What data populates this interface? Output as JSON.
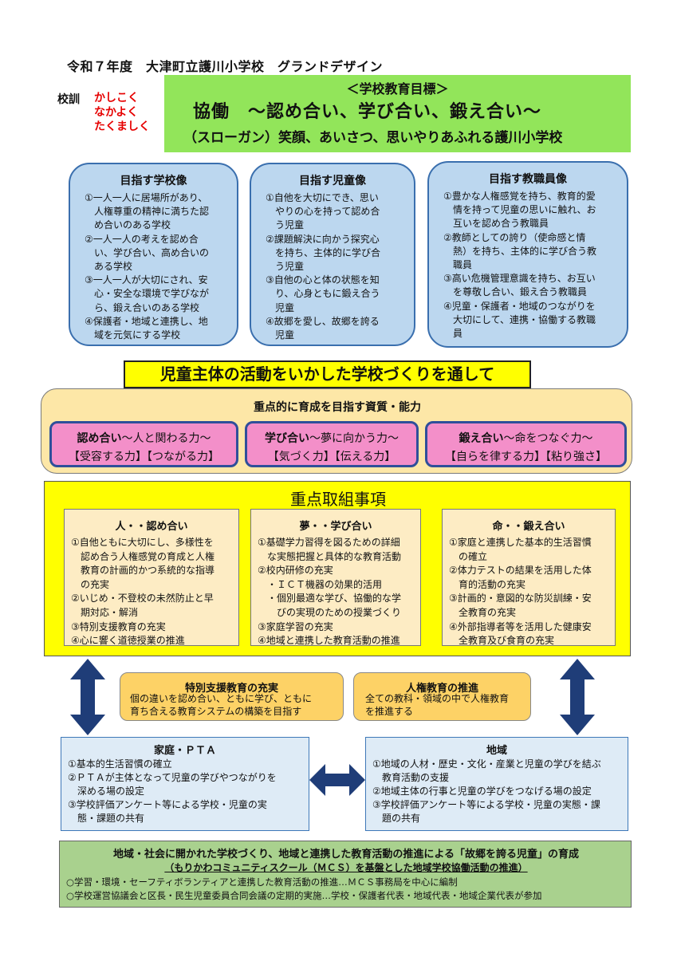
{
  "header": {
    "title": "令和７年度　大津町立護川小学校　グランドデザイン"
  },
  "motto": {
    "label": "校訓",
    "items": [
      "かしこく",
      "なかよく",
      "たくましく"
    ]
  },
  "goal": {
    "heading": "＜学校教育目標＞",
    "main": "協働　～認め合い、学び合い、鍛え合い～",
    "slogan": "（スローガン）笑顔、あいさつ、思いやりあふれる護川小学校"
  },
  "visions": [
    {
      "title": "目指す学校像",
      "lines": [
        "①一人一人に居場所があり、",
        "　人権尊重の精神に満ちた認",
        "　め合いのある学校",
        "②一人一人の考えを認め合",
        "　い、学び合い、高め合いの",
        "　ある学校",
        "③一人一人が大切にされ、安",
        "　心・安全な環境で学びなが",
        "　ら、鍛え合いのある学校",
        "④保護者・地域と連携し、地",
        "　域を元気にする学校"
      ]
    },
    {
      "title": "目指す児童像",
      "lines": [
        "①自他を大切にでき、思い",
        "　やりの心を持って認め合",
        "　う児童",
        "②課題解決に向かう探究心",
        "　を持ち、主体的に学び合",
        "　う児童",
        "③自他の心と体の状態を知",
        "　り、心身ともに鍛え合う",
        "　児童",
        "④故郷を愛し、故郷を誇る",
        "　児童"
      ]
    },
    {
      "title": "目指す教職員像",
      "lines": [
        "①豊かな人権感覚を持ち、教育的愛",
        "　情を持って児童の思いに触れ、お",
        "　互いを認め合う教職員",
        "②教師としての誇り（使命感と情",
        "　熱）を持ち、主体的に学び合う教",
        "　職員",
        "③高い危機管理意識を持ち、お互い",
        "　を尊敬し合い、鍛え合う教職員",
        "④児童・保護者・地域のつながりを",
        "　大切にして、連携・協働する教職",
        "　員"
      ]
    }
  ],
  "banner": "児童主体の活動をいかした学校づくりを通して",
  "competencies": {
    "title": "重点的に育成を目指す資質・能力",
    "items": [
      {
        "head": "認め合い",
        "sub": "～人と関わる力～",
        "abilities": "【受容する力】【つながる力】"
      },
      {
        "head": "学び合い",
        "sub": "～夢に向かう力～",
        "abilities": "【気づく力】【伝える力】"
      },
      {
        "head": "鍛え合い",
        "sub": "～命をつなぐ力～",
        "abilities": "【自らを律する力】【粘り強さ】"
      }
    ]
  },
  "focus": {
    "title": "重点取組事項",
    "columns": [
      {
        "title": "人・・認め合い",
        "lines": [
          "①自他ともに大切にし、多様性を",
          "　認め合う人権感覚の育成と人権",
          "　教育の計画的かつ系統的な指導",
          "　の充実",
          "②いじめ・不登校の未然防止と早",
          "　期対応・解消",
          "③特別支援教育の充実",
          "④心に響く道徳授業の推進"
        ]
      },
      {
        "title": "夢・・学び合い",
        "lines": [
          "①基礎学力習得を図るための詳細",
          "　な実態把握と具体的な教育活動",
          "②校内研修の充実",
          "　・ＩＣＴ機器の効果的活用",
          "　・個別最適な学び、協働的な学",
          "　　びの実現のための授業づくり",
          "③家庭学習の充実",
          "④地域と連携した教育活動の推進"
        ]
      },
      {
        "title": "命・・鍛え合い",
        "lines": [
          "①家庭と連携した基本的生活習慣",
          "　の確立",
          "②体力テストの結果を活用した体",
          "　育的活動の充実",
          "③計画的・意図的な防災訓練・安",
          "　全教育の充実",
          "④外部指導者等を活用した健康安",
          "　全教育及び食育の充実"
        ]
      }
    ]
  },
  "special_support": {
    "title": "特別支援教育の充実",
    "lines": [
      "個の違いを認め合い、ともに学び、ともに",
      "育ち合える教育システムの構築を目指す"
    ]
  },
  "human_rights": {
    "title": "人権教育の推進",
    "lines": [
      "全ての教科・領域の中で人権教育",
      "を推進する"
    ]
  },
  "home_pta": {
    "title": "家庭・ＰＴＡ",
    "lines": [
      "①基本的生活習慣の確立",
      "②ＰＴＡが主体となって児童の学びやつながりを",
      "　深める場の設定",
      "③学校評価アンケート等による学校・児童の実",
      "　態・課題の共有"
    ]
  },
  "community": {
    "title": "地域",
    "lines": [
      "①地域の人材・歴史・文化・産業と児童の学びを結ぶ",
      "　教育活動の支援",
      "②地域主体の行事と児童の学びをつなげる場の設定",
      "③学校評価アンケート等による学校・児童の実態・課",
      "　題の共有"
    ]
  },
  "bottom": {
    "main": "地域・社会に開かれた学校づくり、地域と連携した教育活動の推進による「故郷を誇る児童」の育成",
    "sub": "（もりかわコミュニティスクール（ＭＣＳ）を基盤とした地域学校協働活動の推進）",
    "lines": [
      "○学習・環境・セーフティボランティアと連携した教育活動の推進…ＭＣＳ事務局を中心に編制",
      "○学校運営協議会と区長・民生児童委員合同会議の定期的実施…学校・保護者代表・地域代表・地域企業代表が参加"
    ]
  },
  "colors": {
    "goal_green": "#92e55a",
    "vision_blue": "#bcd7ef",
    "banner_yellow": "#ffff00",
    "competency_cream": "#fde7a7",
    "pink": "#f38fc9",
    "orange": "#fdd266",
    "light_blue": "#deebf6",
    "bottom_green": "#a9d18e",
    "arrow_navy": "#1f3d78",
    "motto_red": "#e60000"
  }
}
